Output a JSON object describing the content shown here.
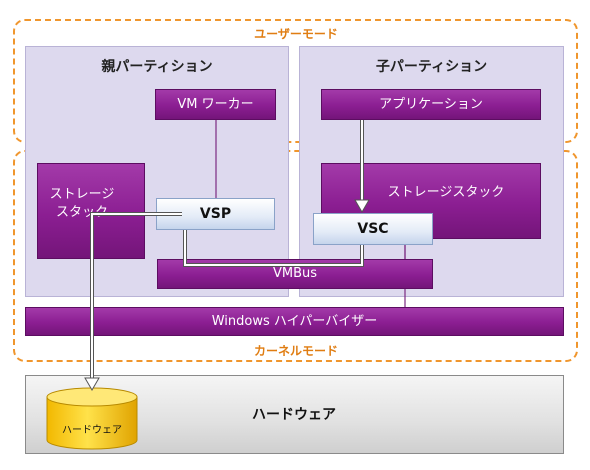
{
  "modes": {
    "user": "ユーザーモード",
    "kernel": "カーネルモード"
  },
  "parent_partition": {
    "title": "親パーティション",
    "vm_worker": "VM ワーカー",
    "storage_stack": "ストレージ\nスタック",
    "vsp": "VSP"
  },
  "child_partition": {
    "title": "子パーティション",
    "application": "アプリケーション",
    "storage_stack": "ストレージスタック",
    "vsc": "VSC"
  },
  "vmbus": "VMBus",
  "hypervisor": "Windows ハイパーバイザー",
  "hardware": {
    "label": "ハードウェア",
    "disk_label": "ハードウェア"
  },
  "colors": {
    "mode_border": "#f0962d",
    "mode_text": "#e07d12",
    "partition_bg": "#ddd9ee",
    "component_purple": "#8b1e92",
    "vsp_vsc_blue": "#c5d4ec",
    "disk_yellow": "#f6c400",
    "connector": "#7b2a82"
  }
}
